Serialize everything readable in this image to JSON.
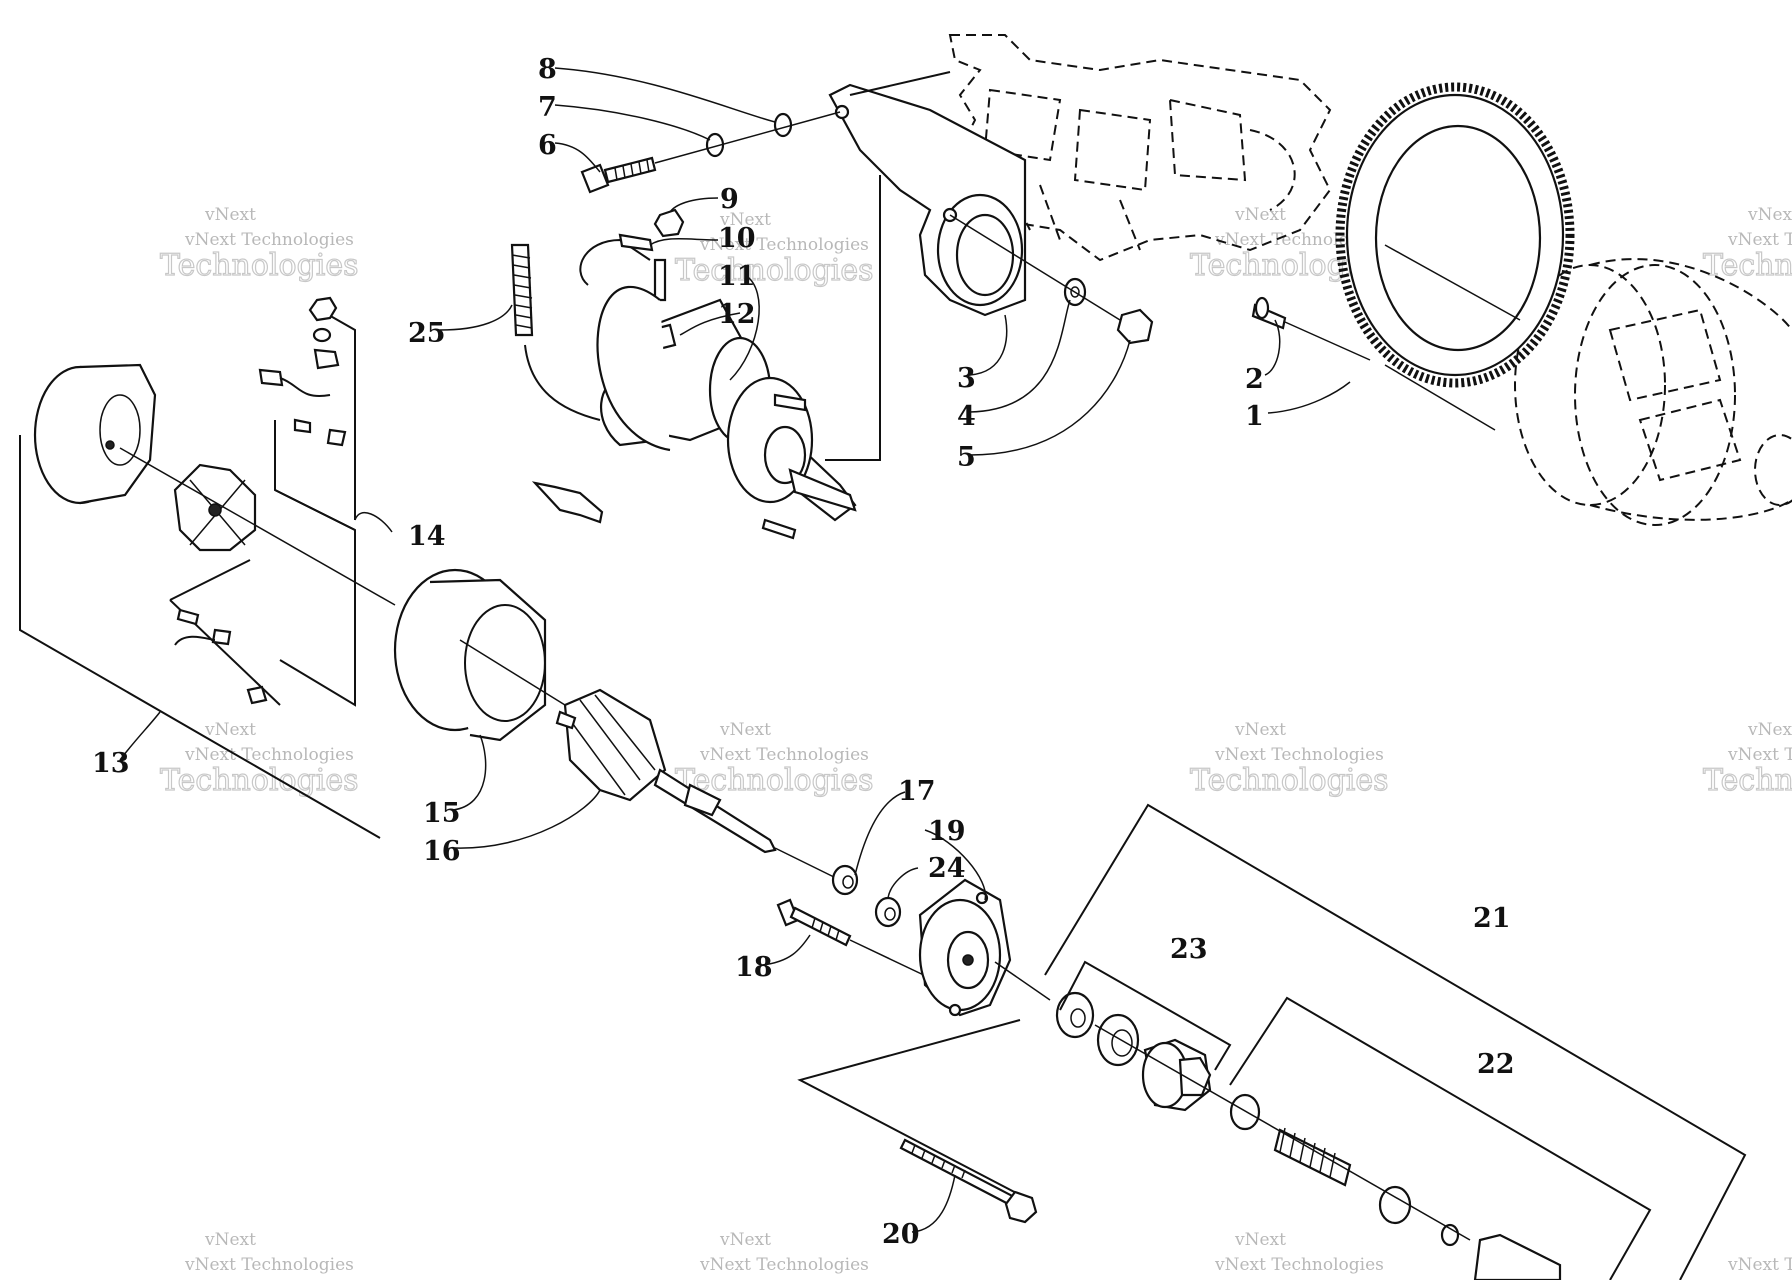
{
  "watermark": {
    "line1": "vNext",
    "line2": "vNext Technologies",
    "line3": "Technologies"
  },
  "callouts": [
    "1",
    "2",
    "3",
    "4",
    "5",
    "6",
    "7",
    "8",
    "9",
    "10",
    "11",
    "12",
    "13",
    "14",
    "15",
    "16",
    "17",
    "18",
    "19",
    "20",
    "21",
    "22",
    "23",
    "24",
    "25"
  ]
}
